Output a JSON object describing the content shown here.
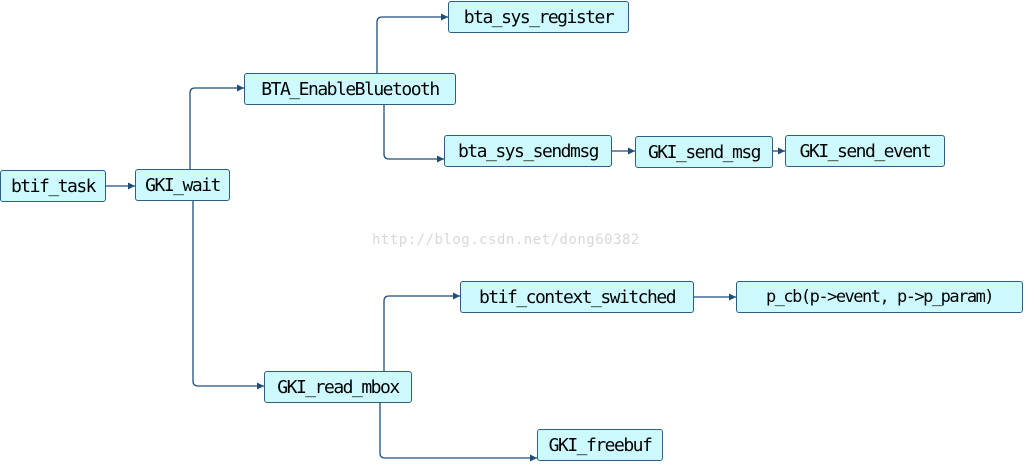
{
  "diagram": {
    "nodes": {
      "btif_task": "btif_task",
      "gki_wait": "GKI_wait",
      "bta_enable_bluetooth": "BTA_EnableBluetooth",
      "bta_sys_register": "bta_sys_register",
      "bta_sys_sendmsg": "bta_sys_sendmsg",
      "gki_send_msg": "GKI_send_msg",
      "gki_send_event": "GKI_send_event",
      "gki_read_mbox": "GKI_read_mbox",
      "btif_context_switched": "btif_context_switched",
      "p_cb": "p_cb(p->event, p->p_param)",
      "gki_freebuf": "GKI_freebuf"
    },
    "edges": [
      {
        "from": "btif_task",
        "to": "gki_wait"
      },
      {
        "from": "gki_wait",
        "to": "bta_enable_bluetooth"
      },
      {
        "from": "gki_wait",
        "to": "gki_read_mbox"
      },
      {
        "from": "bta_enable_bluetooth",
        "to": "bta_sys_register"
      },
      {
        "from": "bta_enable_bluetooth",
        "to": "bta_sys_sendmsg"
      },
      {
        "from": "bta_sys_sendmsg",
        "to": "gki_send_msg"
      },
      {
        "from": "gki_send_msg",
        "to": "gki_send_event"
      },
      {
        "from": "gki_read_mbox",
        "to": "btif_context_switched"
      },
      {
        "from": "gki_read_mbox",
        "to": "gki_freebuf"
      },
      {
        "from": "btif_context_switched",
        "to": "p_cb"
      }
    ],
    "watermark": "http://blog.csdn.net/dong60382",
    "colors": {
      "node_fill": "#ccfaff",
      "node_border": "#2d5f86",
      "edge": "#1f4e79"
    }
  }
}
